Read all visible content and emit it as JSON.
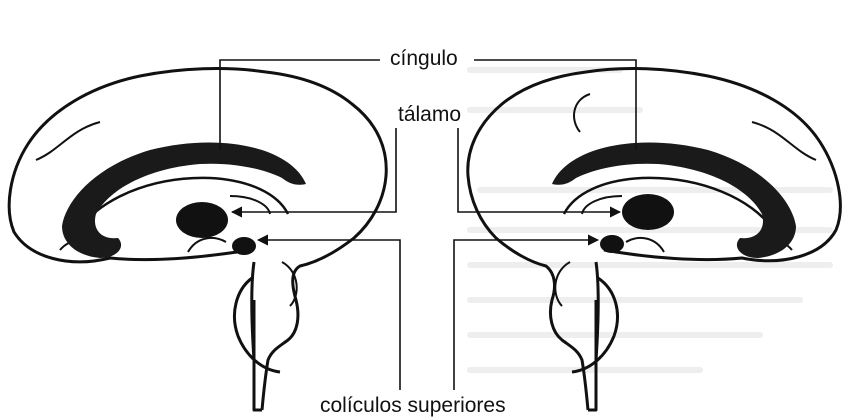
{
  "labels": {
    "cingulo": "cíngulo",
    "talamo": "tálamo",
    "coliculos": "colículos superiores"
  }
}
